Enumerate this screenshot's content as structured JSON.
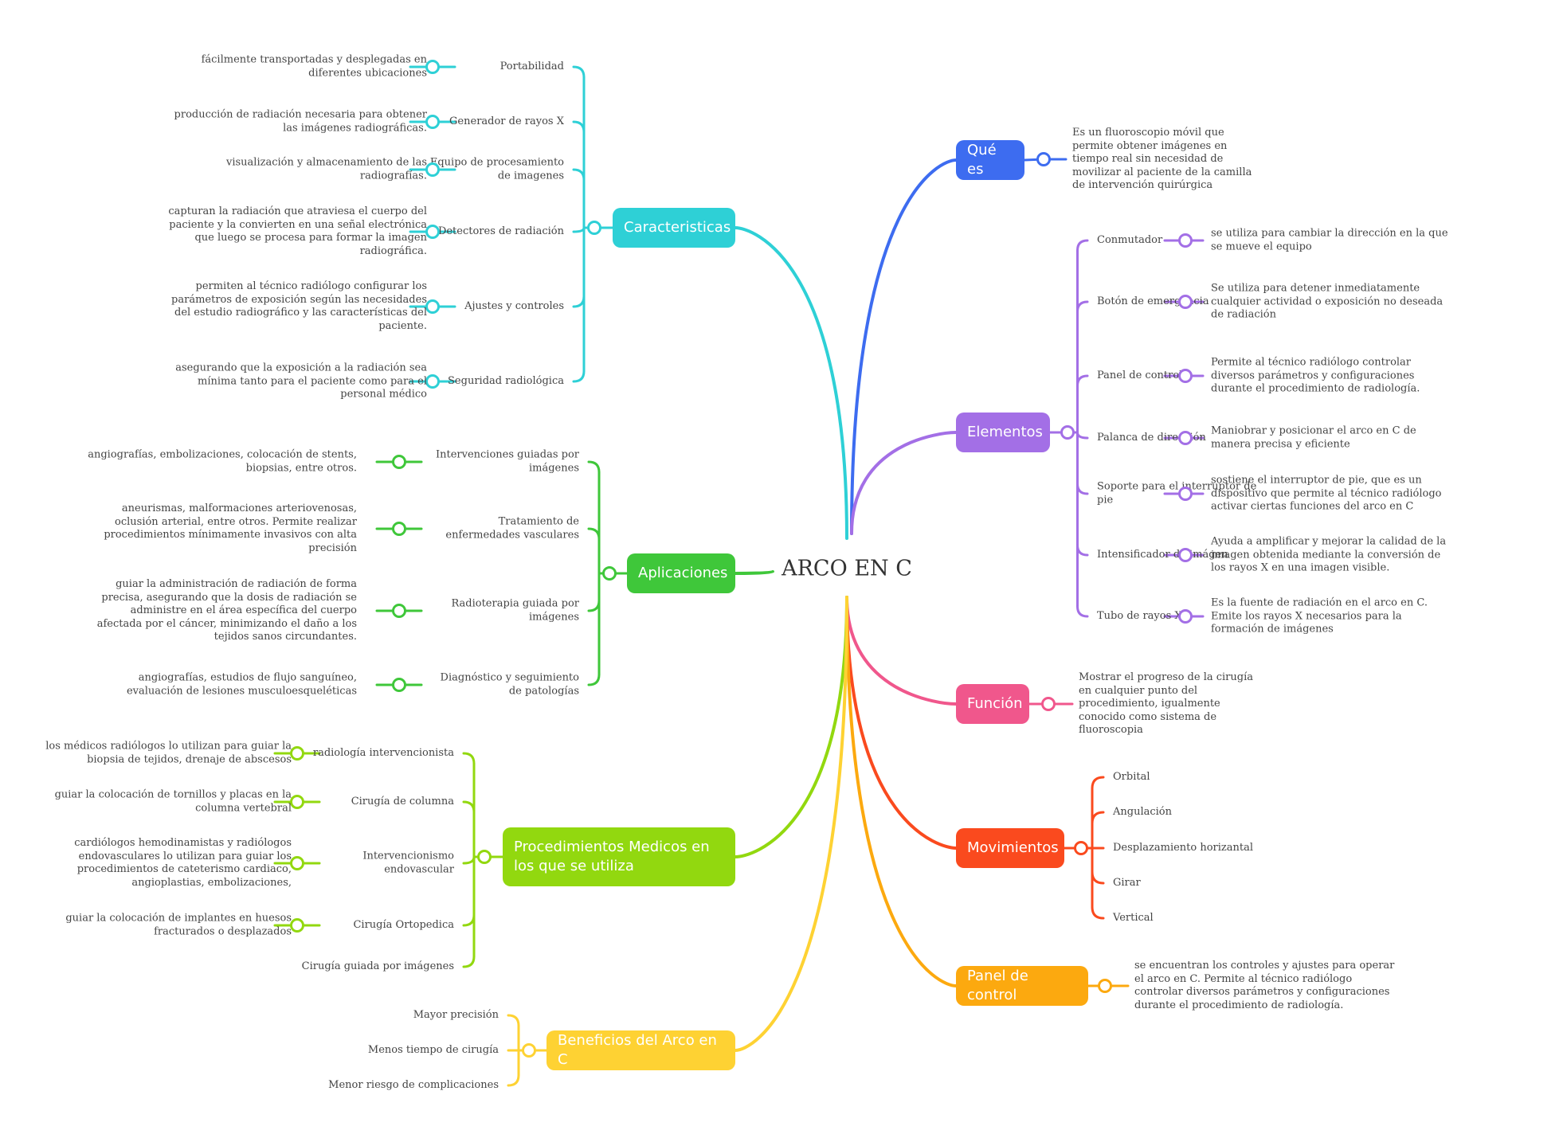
{
  "central": "ARCO EN C",
  "branches": [
    {
      "id": "que-es",
      "label": "Qué es",
      "color": "#3d6cf0",
      "side": "right",
      "items": [
        {
          "label": "Es un fluoroscopio móvil que permite obtener imágenes en tiempo real sin necesidad de movilizar al paciente de la camilla de intervención quirúrgica"
        }
      ]
    },
    {
      "id": "elementos",
      "label": "Elementos",
      "color": "#a36fe6",
      "side": "right",
      "items": [
        {
          "label": "Conmutador",
          "detail": "se utiliza para cambiar la dirección en la que se mueve el equipo"
        },
        {
          "label": "Botón de emergencia",
          "detail": "Se utiliza para detener inmediatamente cualquier actividad o exposición no deseada de radiación"
        },
        {
          "label": "Panel de control",
          "detail": "Permite al técnico radiólogo controlar diversos parámetros y configuraciones durante el procedimiento de radiología."
        },
        {
          "label": "Palanca de dirección",
          "detail": "Maniobrar y posicionar el arco en C de manera precisa y eficiente"
        },
        {
          "label": "Soporte para el interruptor de pie",
          "detail": "sostiene el interruptor de pie, que es un dispositivo que permite al técnico radiólogo activar ciertas funciones del arco en C"
        },
        {
          "label": "Intensificador de imágen",
          "detail": "Ayuda a amplificar y mejorar la calidad de la imagen obtenida mediante la conversión de los rayos X en una imagen visible."
        },
        {
          "label": "Tubo de rayos X",
          "detail": "Es la fuente de radiación en el arco en C. Emite los rayos X necesarios para la formación de imágenes"
        }
      ]
    },
    {
      "id": "funcion",
      "label": "Función",
      "color": "#f0578c",
      "side": "right",
      "items": [
        {
          "label": "Mostrar el progreso de la cirugía en cualquier punto del procedimiento, igualmente conocido como sistema de fluoroscopia"
        }
      ]
    },
    {
      "id": "movimientos",
      "label": "Movimientos",
      "color": "#fa4a1e",
      "side": "right",
      "items": [
        {
          "label": "Orbital"
        },
        {
          "label": "Angulación"
        },
        {
          "label": "Desplazamiento horizantal"
        },
        {
          "label": "Girar"
        },
        {
          "label": "Vertical"
        }
      ]
    },
    {
      "id": "panel-de-control",
      "label": "Panel de control",
      "color": "#fca90f",
      "side": "right",
      "items": [
        {
          "label": "se encuentran los controles y ajustes para operar el arco en C. Permite al técnico radiólogo controlar diversos parámetros y configuraciones durante el procedimiento de radiología."
        }
      ]
    },
    {
      "id": "caracteristicas",
      "label": "Caracteristicas",
      "color": "#2ed0d6",
      "side": "left",
      "items": [
        {
          "label": "Portabilidad",
          "detail": "fácilmente transportadas y desplegadas en diferentes ubicaciones"
        },
        {
          "label": "Generador de rayos X",
          "detail": "producción de radiación necesaria para obtener las imágenes radiográficas."
        },
        {
          "label": "Equipo de procesamiento de imagenes",
          "detail": "visualización y almacenamiento de las radiografías."
        },
        {
          "label": "Detectores de radiación",
          "detail": "capturan la radiación que atraviesa el cuerpo del paciente y la convierten en una señal electrónica que luego se procesa para formar la imagen radiográfica."
        },
        {
          "label": "Ajustes y controles",
          "detail": "permiten al técnico radiólogo configurar los parámetros de exposición según las necesidades del estudio radiográfico y las características del paciente."
        },
        {
          "label": "Seguridad radiológica",
          "detail": "asegurando que la exposición a la radiación sea mínima tanto para el paciente como para el personal médico"
        }
      ]
    },
    {
      "id": "aplicaciones",
      "label": "Aplicaciones",
      "color": "#3fc73a",
      "side": "left",
      "items": [
        {
          "label": "Intervenciones guiadas por imágenes",
          "detail": "angiografías, embolizaciones, colocación de stents, biopsias, entre otros."
        },
        {
          "label": "Tratamiento de enfermedades vasculares",
          "detail": "aneurismas, malformaciones arteriovenosas, oclusión arterial, entre otros. Permite realizar procedimientos mínimamente invasivos con alta precisión"
        },
        {
          "label": "Radioterapia guiada por imágenes",
          "detail": "guiar la administración de radiación de forma precisa, asegurando que la dosis de radiación se administre en el área específica del cuerpo afectada por el cáncer, minimizando el daño a los tejidos sanos circundantes."
        },
        {
          "label": "Diagnóstico y seguimiento de patologías",
          "detail": "angiografías, estudios de flujo sanguíneo, evaluación de lesiones musculoesqueléticas"
        }
      ]
    },
    {
      "id": "procedimientos",
      "label": "Procedimientos Medicos en los que se utiliza",
      "color": "#92d80f",
      "side": "left",
      "items": [
        {
          "label": "radiología intervencionista",
          "detail": "los médicos radiólogos lo utilizan para guiar la biopsia de tejidos, drenaje de abscesos"
        },
        {
          "label": "Cirugía de columna",
          "detail": "guiar la colocación de tornillos y placas en la columna vertebral"
        },
        {
          "label": "Intervencionismo endovascular",
          "detail": "cardiólogos hemodinamistas y radiólogos endovasculares lo utilizan para guiar los procedimientos de cateterismo cardiaco, angioplastias, embolizaciones,"
        },
        {
          "label": "Cirugía Ortopedica",
          "detail": "guiar la colocación de implantes en huesos fracturados o desplazados"
        },
        {
          "label": "Cirugía guiada por imágenes"
        }
      ]
    },
    {
      "id": "beneficios",
      "label": "Beneficios del Arco en C",
      "color": "#fed233",
      "side": "left",
      "items": [
        {
          "label": "Mayor precisión"
        },
        {
          "label": "Menos tiempo de cirugía"
        },
        {
          "label": "Menor riesgo de complicaciones"
        }
      ]
    }
  ]
}
